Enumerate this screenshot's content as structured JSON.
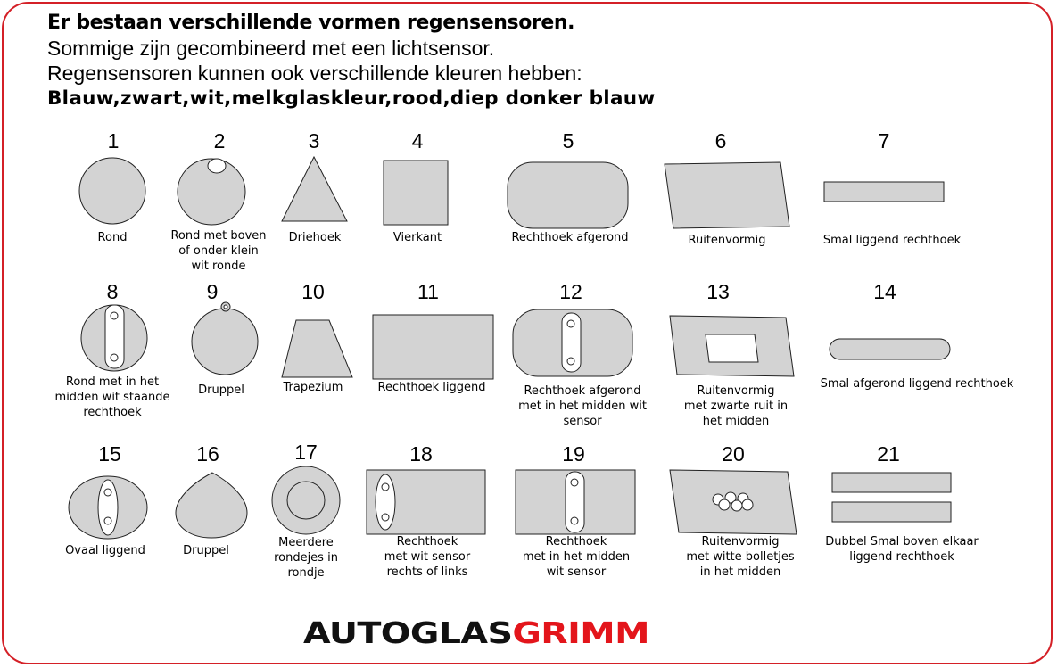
{
  "heading": {
    "line1": "Er bestaan verschillende vormen regensensoren.",
    "line2": "Sommige zijn gecombineerd met een lichtsensor.",
    "line3": "Regensensoren kunnen ook verschillende kleuren hebben:",
    "line4": "Blauw,zwart,wit,melkglaskleur,rood,diep donker blauw"
  },
  "shapes": [
    {
      "number": "1",
      "caption": "Rond"
    },
    {
      "number": "2",
      "caption": "Rond met boven\nof onder klein\nwit ronde"
    },
    {
      "number": "3",
      "caption": "Driehoek"
    },
    {
      "number": "4",
      "caption": "Vierkant"
    },
    {
      "number": "5",
      "caption": "Rechthoek afgerond"
    },
    {
      "number": "6",
      "caption": "Ruitenvormig"
    },
    {
      "number": "7",
      "caption": "Smal liggend rechthoek"
    },
    {
      "number": "8",
      "caption": "Rond met in het\nmidden wit staande\nrechthoek"
    },
    {
      "number": "9",
      "caption": "Druppel"
    },
    {
      "number": "10",
      "caption": "Trapezium"
    },
    {
      "number": "11",
      "caption": "Rechthoek liggend"
    },
    {
      "number": "12",
      "caption": "Rechthoek afgerond\nmet in het midden wit\nsensor"
    },
    {
      "number": "13",
      "caption": "Ruitenvormig\nmet zwarte ruit in\nhet midden"
    },
    {
      "number": "14",
      "caption": "Smal afgerond liggend rechthoek"
    },
    {
      "number": "15",
      "caption": "Ovaal liggend"
    },
    {
      "number": "16",
      "caption": "Druppel"
    },
    {
      "number": "17",
      "caption": "Meerdere\nrondejes in\nrondje"
    },
    {
      "number": "18",
      "caption": "Rechthoek\nmet wit sensor\nrechts of links"
    },
    {
      "number": "19",
      "caption": "Rechthoek\nmet in het midden\nwit sensor"
    },
    {
      "number": "20",
      "caption": "Ruitenvormig\nmet witte bolletjes\nin het midden"
    },
    {
      "number": "21",
      "caption": "Dubbel Smal boven elkaar\nliggend rechthoek"
    }
  ],
  "logo": {
    "part1": "AUTOGLAS",
    "part2": "GRIMM"
  },
  "colors": {
    "frame": "#d42027",
    "shape_fill": "#d3d3d3",
    "shape_stroke": "#222222",
    "logo_dark": "#111111",
    "logo_red": "#e3151b"
  }
}
